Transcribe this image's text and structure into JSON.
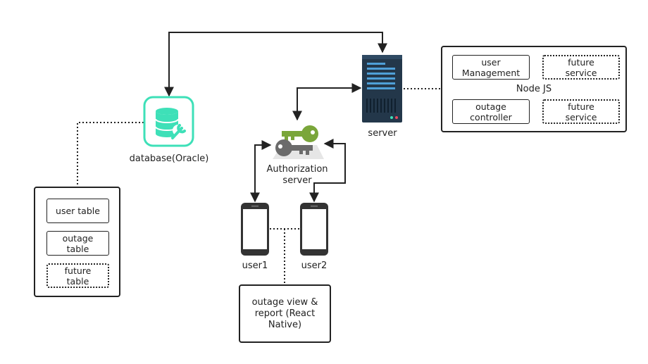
{
  "colors": {
    "db_accent": "#3ee0b8",
    "key_green": "#7aa63a",
    "key_gray": "#6b6b6b",
    "server_dark": "#23374a",
    "phone": "#333333"
  },
  "icons": {
    "database": "database-wrench-icon",
    "server": "server-rack-icon",
    "auth": "keys-icon",
    "phone": "smartphone-icon"
  },
  "database": {
    "label": "database(Oracle)"
  },
  "server": {
    "label": "server"
  },
  "auth": {
    "label": "Authorization\nserver"
  },
  "user1": {
    "label": "user1"
  },
  "user2": {
    "label": "user2"
  },
  "tables_box": {
    "items": [
      {
        "label": "user table",
        "style": "solid"
      },
      {
        "label": "outage\ntable",
        "style": "solid"
      },
      {
        "label": "future\ntable",
        "style": "dotted"
      }
    ]
  },
  "node_box": {
    "title": "Node JS",
    "items": [
      {
        "label": "user\nManagement",
        "style": "solid"
      },
      {
        "label": "future\nservice",
        "style": "dotted"
      },
      {
        "label": "outage\ncontroller",
        "style": "solid"
      },
      {
        "label": "future\nservice",
        "style": "dotted"
      }
    ]
  },
  "app_box": {
    "label": "outage view &\nreport (React\nNative)"
  }
}
